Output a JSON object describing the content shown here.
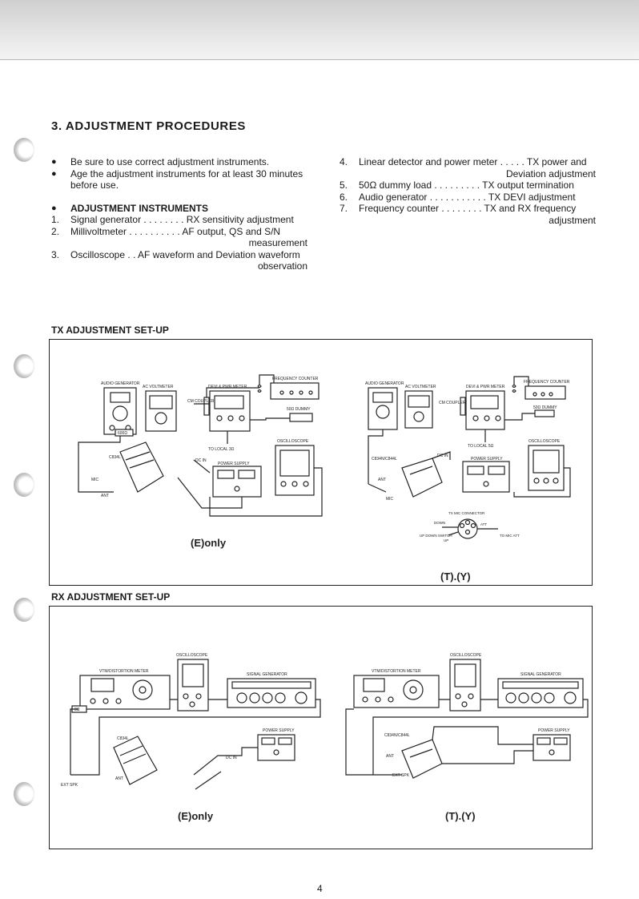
{
  "title": "3. ADJUSTMENT PROCEDURES",
  "bullets": [
    "Be sure to use correct adjustment instruments.",
    "Age the adjustment instruments for at least 30 minutes before use."
  ],
  "instruments_heading": "ADJUSTMENT INSTRUMENTS",
  "instruments_left": [
    {
      "n": "1.",
      "item": "Signal generator . . . . . . . . RX sensitivity adjustment",
      "cont": ""
    },
    {
      "n": "2.",
      "item": "Millivoltmeter . . . . . . . . . . AF output, QS and S/N",
      "cont": "measurement"
    },
    {
      "n": "3.",
      "item": "Oscilloscope . . AF waveform and Deviation waveform",
      "cont": "observation"
    }
  ],
  "instruments_right": [
    {
      "n": "4.",
      "item": "Linear detector and power meter . . . . . TX power and",
      "cont": "Deviation adjustment"
    },
    {
      "n": "5.",
      "item": "50Ω dummy load . . . . . . . . . TX output termination",
      "cont": ""
    },
    {
      "n": "6.",
      "item": "Audio generator . . . . . . . . . . . TX DEVI adjustment",
      "cont": ""
    },
    {
      "n": "7.",
      "item": "Frequency counter . . . . . . . .  TX and RX frequency",
      "cont": "adjustment"
    }
  ],
  "tx": {
    "heading": "TX ADJUSTMENT SET-UP",
    "caption_left": "(E)only",
    "caption_right": "(T).(Y)",
    "labels": {
      "audio_generator": "AUDIO GENERATOR",
      "ac_voltmeter": "AC VOLTMETER",
      "devi_pwr_meter": "DEVI & PWR METER",
      "cm_coupler": "CM COUPLER",
      "frequency_counter": "FREQUENCY COUNTER",
      "dummy": "50Ω DUMMY",
      "dummy_short": "50Ω DUMMY",
      "to_local_left": "TO LOCAL 3Ω",
      "to_local_right": "TO LOCAL 5Ω",
      "oscilloscope": "OSCILLOSCOPE",
      "power_supply": "POWER SUPPLY",
      "dc_in": "DC IN",
      "radio_left": "C834L",
      "radio_right": "C834N/C844L",
      "mic": "MIC",
      "ant": "ANT",
      "r600": "600Ω",
      "tx_mic_connector": "TX MIC CONNECTOR",
      "down": "DOWN",
      "att": "ATT",
      "up_down_switch": "UP DOWN SWITCH",
      "up": "UP",
      "to_mic_att": "TO MIC ATT"
    }
  },
  "rx": {
    "heading": "RX ADJUSTMENT SET-UP",
    "caption_left": "(E)only",
    "caption_right": "(T).(Y)",
    "labels": {
      "vtm_meter": "VTM/DISTORTION METER",
      "oscilloscope": "OSCILLOSCOPE",
      "signal_generator": "SIGNAL GENERATOR",
      "power_supply": "POWER SUPPLY",
      "dc_in": "DC IN",
      "radio_left": "C834L",
      "radio_right": "C834N/C844L",
      "ant": "ANT",
      "ext_spk": "EXT SPK",
      "r8": "8Ω"
    }
  },
  "page_number": "4"
}
